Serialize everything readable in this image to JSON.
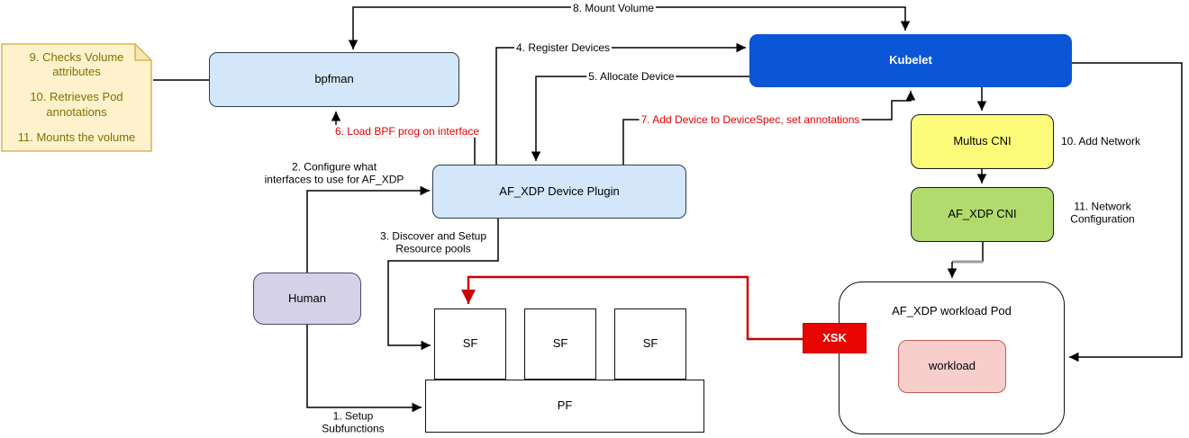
{
  "diagram": {
    "note": {
      "items": [
        "9. Checks Volume attributes",
        "10. Retrieves Pod annotations",
        "11. Mounts the volume"
      ]
    },
    "nodes": {
      "bpfman": "bpfman",
      "kubelet": "Kubelet",
      "device_plugin": "AF_XDP Device Plugin",
      "multus_cni": "Multus CNI",
      "af_xdp_cni": "AF_XDP CNI",
      "human": "Human",
      "sf1": "SF",
      "sf2": "SF",
      "sf3": "SF",
      "pf": "PF",
      "xsk": "XSK",
      "pod_title": "AF_XDP workload Pod",
      "workload": "workload"
    },
    "edge_labels": {
      "step1": "1. Setup\nSubfunctions",
      "step2": "2. Configure what\ninterfaces to use for AF_XDP",
      "step3": "3. Discover and Setup\nResource pools",
      "step4": "4. Register Devices",
      "step5": "5. Allocate Device",
      "step6": "6. Load BPF prog on interface",
      "step7": "7. Add Device to DeviceSpec, set annotations",
      "step8": "8. Mount Volume",
      "step10": "10. Add Network",
      "step11": "11. Network\nConfiguration"
    },
    "colors": {
      "kubelet_blue": "#0B56D6",
      "light_blue": "#D4E7FA",
      "note_fill": "#FFF2CC",
      "note_border": "#D6B656",
      "note_text": "#7D7204",
      "multus_yellow": "#FCFC7A",
      "cni_green": "#B1DB6C",
      "human_lavender": "#D5D2E7",
      "xsk_red": "#E80400",
      "workload_pink": "#F8CECC",
      "red_connector": "#CC0000",
      "black_connector": "#000000"
    }
  }
}
